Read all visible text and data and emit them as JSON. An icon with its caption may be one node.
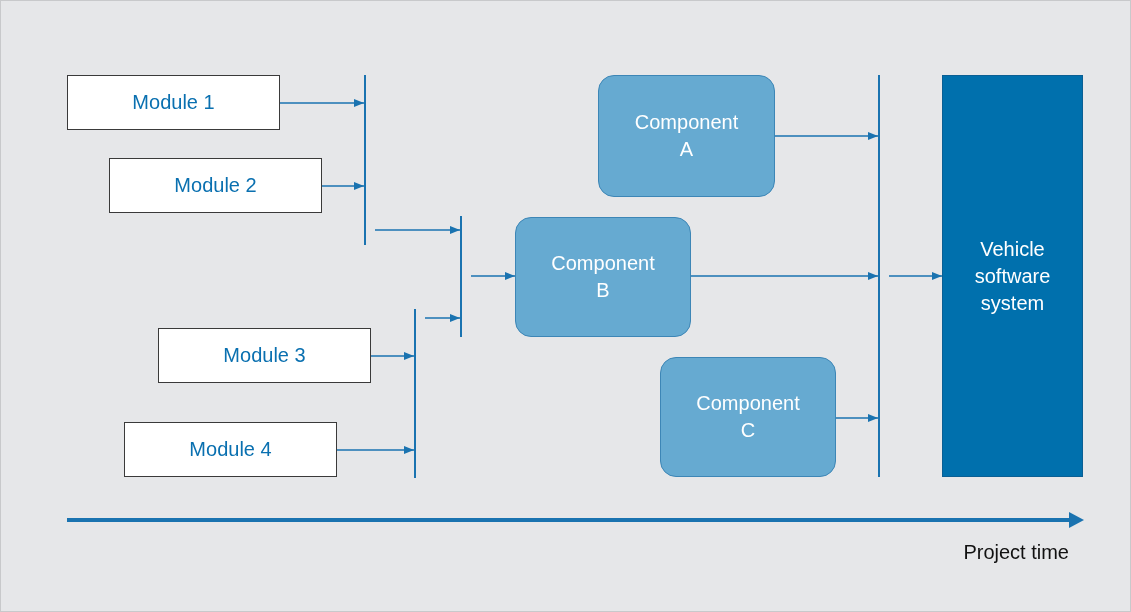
{
  "diagram": {
    "nodes": [
      {
        "text": [
          "Module 1"
        ]
      },
      {
        "text": [
          "Module 2"
        ]
      },
      {
        "text": [
          "Module 3"
        ]
      },
      {
        "text": [
          "Module 4"
        ]
      },
      {
        "text": [],
        "shape": "bar"
      },
      {
        "text": [],
        "shape": "bar"
      },
      {
        "text": [],
        "shape": "bar"
      },
      {
        "text": [
          "Component A"
        ]
      },
      {
        "text": [
          "Component B"
        ]
      },
      {
        "text": [
          "Component C"
        ]
      },
      {
        "text": [],
        "shape": "bar"
      },
      {
        "text": [
          "Vehicle software system"
        ]
      }
    ],
    "edges": [
      {
        "from": 0,
        "to": 4,
        "arrow": "to"
      },
      {
        "from": 1,
        "to": 4,
        "arrow": "to"
      },
      {
        "from": 2,
        "to": 6,
        "arrow": "to"
      },
      {
        "from": 3,
        "to": 6,
        "arrow": "to"
      },
      {
        "from": 4,
        "to": 5,
        "arrow": "to"
      },
      {
        "from": 6,
        "to": 5,
        "arrow": "to"
      },
      {
        "from": 5,
        "to": 8,
        "arrow": "to"
      },
      {
        "from": 7,
        "to": 10,
        "arrow": "to"
      },
      {
        "from": 8,
        "to": 10,
        "arrow": "to"
      },
      {
        "from": 9,
        "to": 10,
        "arrow": "to"
      },
      {
        "from": 10,
        "to": 11,
        "arrow": "to"
      }
    ],
    "labels": [
      "Project time"
    ]
  }
}
